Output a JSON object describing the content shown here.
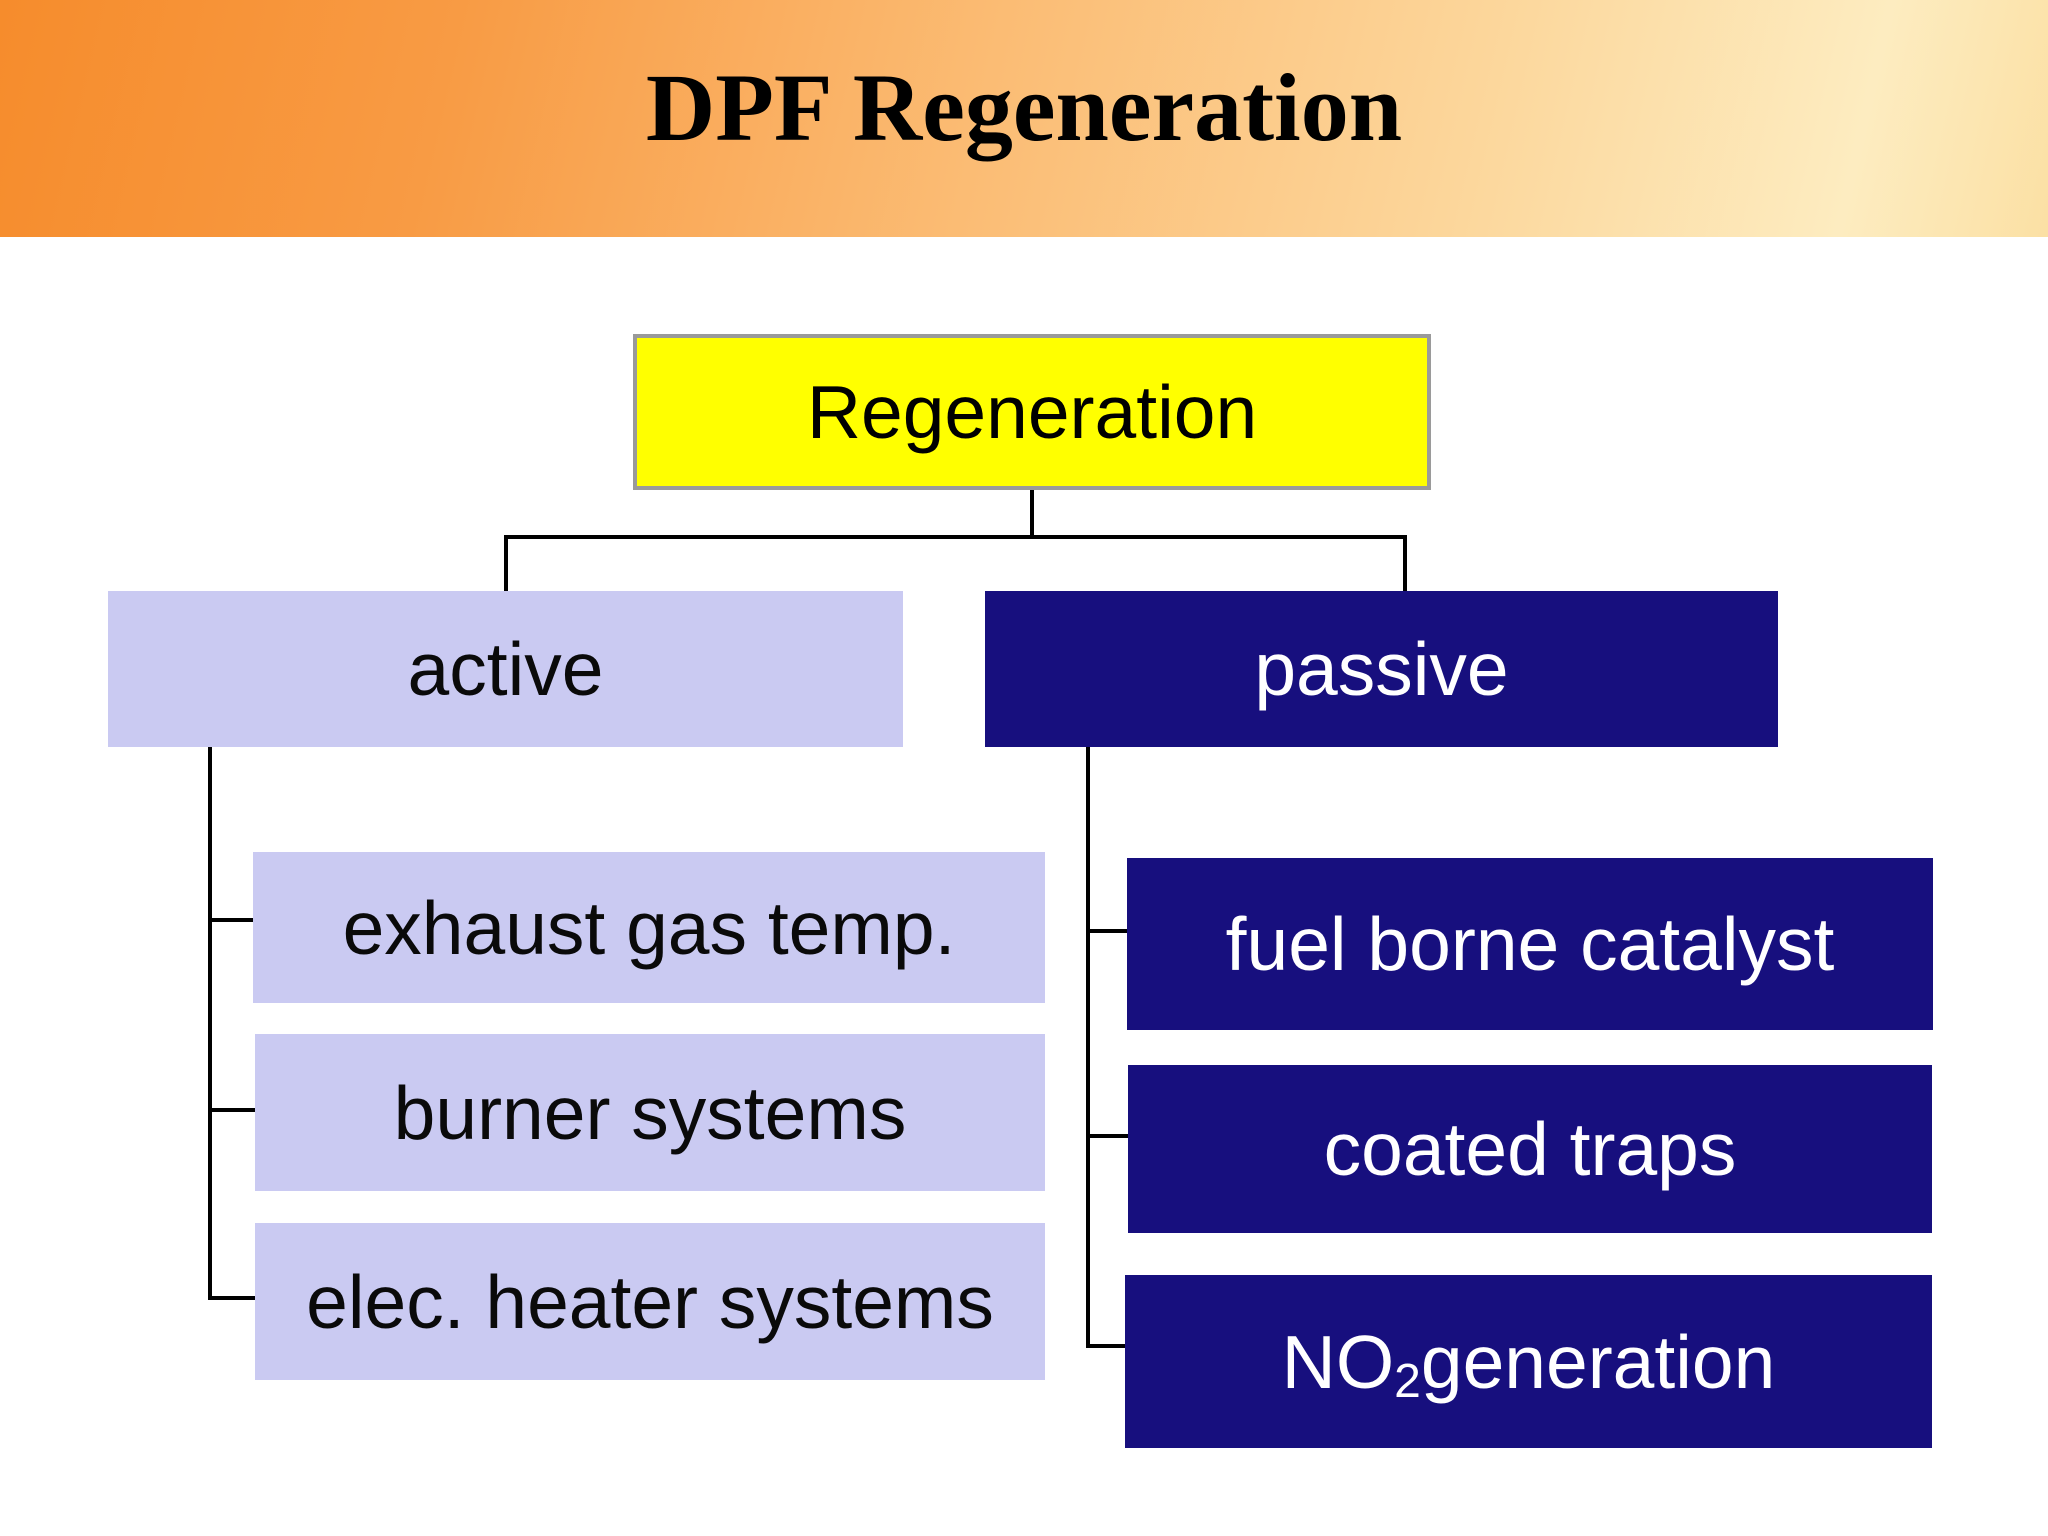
{
  "slide": {
    "title": "DPF Regeneration"
  },
  "colors": {
    "header_gradient_start": "#f68c2c",
    "header_gradient_end": "#fdecc0",
    "root_fill": "#ffff00",
    "root_border": "#9a9a9a",
    "active_fill": "#cacaf2",
    "passive_fill": "#170f7e",
    "connector": "#000000",
    "title_text": "#000000",
    "passive_text": "#ffffff"
  },
  "tree": {
    "root": {
      "label": "Regeneration"
    },
    "branches": [
      {
        "label": "active",
        "children": [
          {
            "label": "exhaust gas temp."
          },
          {
            "label": "burner systems"
          },
          {
            "label": "elec. heater systems"
          }
        ]
      },
      {
        "label": "passive",
        "children": [
          {
            "label": "fuel borne catalyst"
          },
          {
            "label": "coated traps"
          },
          {
            "label": "NO",
            "sub": "2",
            "suffix": " generation"
          }
        ]
      }
    ]
  }
}
